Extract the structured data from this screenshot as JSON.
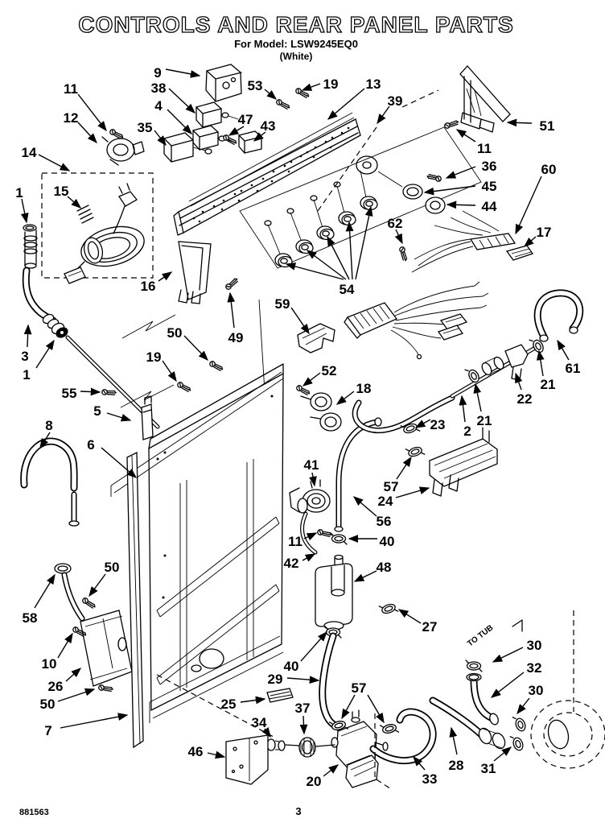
{
  "header": {
    "title": "CONTROLS AND REAR PANEL PARTS",
    "model_line": "For Model: LSW9245EQ0",
    "finish_line": "(White)"
  },
  "annotations": {
    "to_tub": "TO TUB"
  },
  "footer": {
    "document_number": "881563",
    "page_number": "3"
  },
  "colors": {
    "ink": "#000000",
    "paper": "#ffffff"
  },
  "callouts": [
    {
      "label": "9"
    },
    {
      "label": "38"
    },
    {
      "label": "4"
    },
    {
      "label": "11"
    },
    {
      "label": "12"
    },
    {
      "label": "14"
    },
    {
      "label": "35"
    },
    {
      "label": "53"
    },
    {
      "label": "19"
    },
    {
      "label": "47"
    },
    {
      "label": "43"
    },
    {
      "label": "13"
    },
    {
      "label": "39"
    },
    {
      "label": "51"
    },
    {
      "label": "11"
    },
    {
      "label": "36"
    },
    {
      "label": "45"
    },
    {
      "label": "44"
    },
    {
      "label": "60"
    },
    {
      "label": "17"
    },
    {
      "label": "62"
    },
    {
      "label": "1"
    },
    {
      "label": "15"
    },
    {
      "label": "16"
    },
    {
      "label": "54"
    },
    {
      "label": "59"
    },
    {
      "label": "49"
    },
    {
      "label": "50"
    },
    {
      "label": "19"
    },
    {
      "label": "3"
    },
    {
      "label": "1"
    },
    {
      "label": "55"
    },
    {
      "label": "5"
    },
    {
      "label": "8"
    },
    {
      "label": "6"
    },
    {
      "label": "52"
    },
    {
      "label": "18"
    },
    {
      "label": "61"
    },
    {
      "label": "21"
    },
    {
      "label": "22"
    },
    {
      "label": "21"
    },
    {
      "label": "2"
    },
    {
      "label": "23"
    },
    {
      "label": "57"
    },
    {
      "label": "24"
    },
    {
      "label": "56"
    },
    {
      "label": "41"
    },
    {
      "label": "11"
    },
    {
      "label": "42"
    },
    {
      "label": "40"
    },
    {
      "label": "48"
    },
    {
      "label": "58"
    },
    {
      "label": "50"
    },
    {
      "label": "10"
    },
    {
      "label": "26"
    },
    {
      "label": "50"
    },
    {
      "label": "7"
    },
    {
      "label": "46"
    },
    {
      "label": "25"
    },
    {
      "label": "29"
    },
    {
      "label": "40"
    },
    {
      "label": "57"
    },
    {
      "label": "37"
    },
    {
      "label": "34"
    },
    {
      "label": "20"
    },
    {
      "label": "33"
    },
    {
      "label": "27"
    },
    {
      "label": "30"
    },
    {
      "label": "32"
    },
    {
      "label": "30"
    },
    {
      "label": "28"
    },
    {
      "label": "31"
    }
  ]
}
